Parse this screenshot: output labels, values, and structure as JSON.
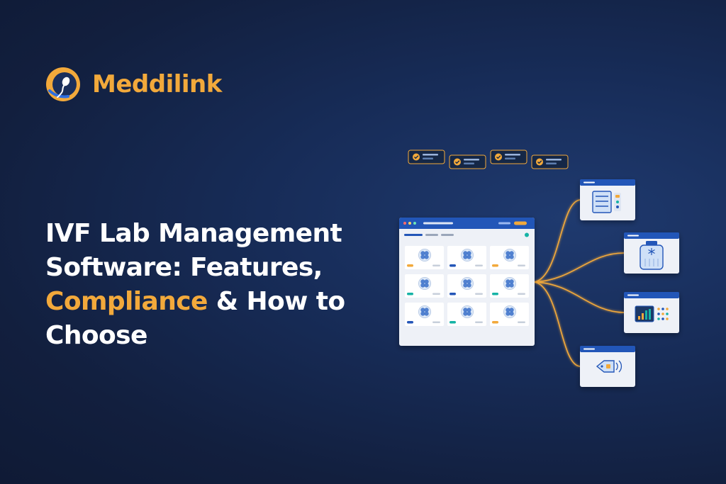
{
  "brand": {
    "name": "Meddilink",
    "accent_color": "#f2a93b",
    "logo_icon": "sperm-cell-circle-icon"
  },
  "headline": {
    "line1": "IVF Lab Management",
    "line2": "Software: Features,",
    "highlight": "Compliance",
    "line3_rest": " & How to",
    "line4": "Choose"
  },
  "illustration": {
    "main_window": "dashboard-window",
    "cards_grid": {
      "rows": 3,
      "cols": 3,
      "card_icon": "embryo-icon"
    },
    "checklist_icon": "checkmark-icon",
    "module_icons": [
      "grid-panel-icon",
      "cryo-tank-icon",
      "analytics-chart-icon",
      "rfid-tag-icon"
    ]
  }
}
